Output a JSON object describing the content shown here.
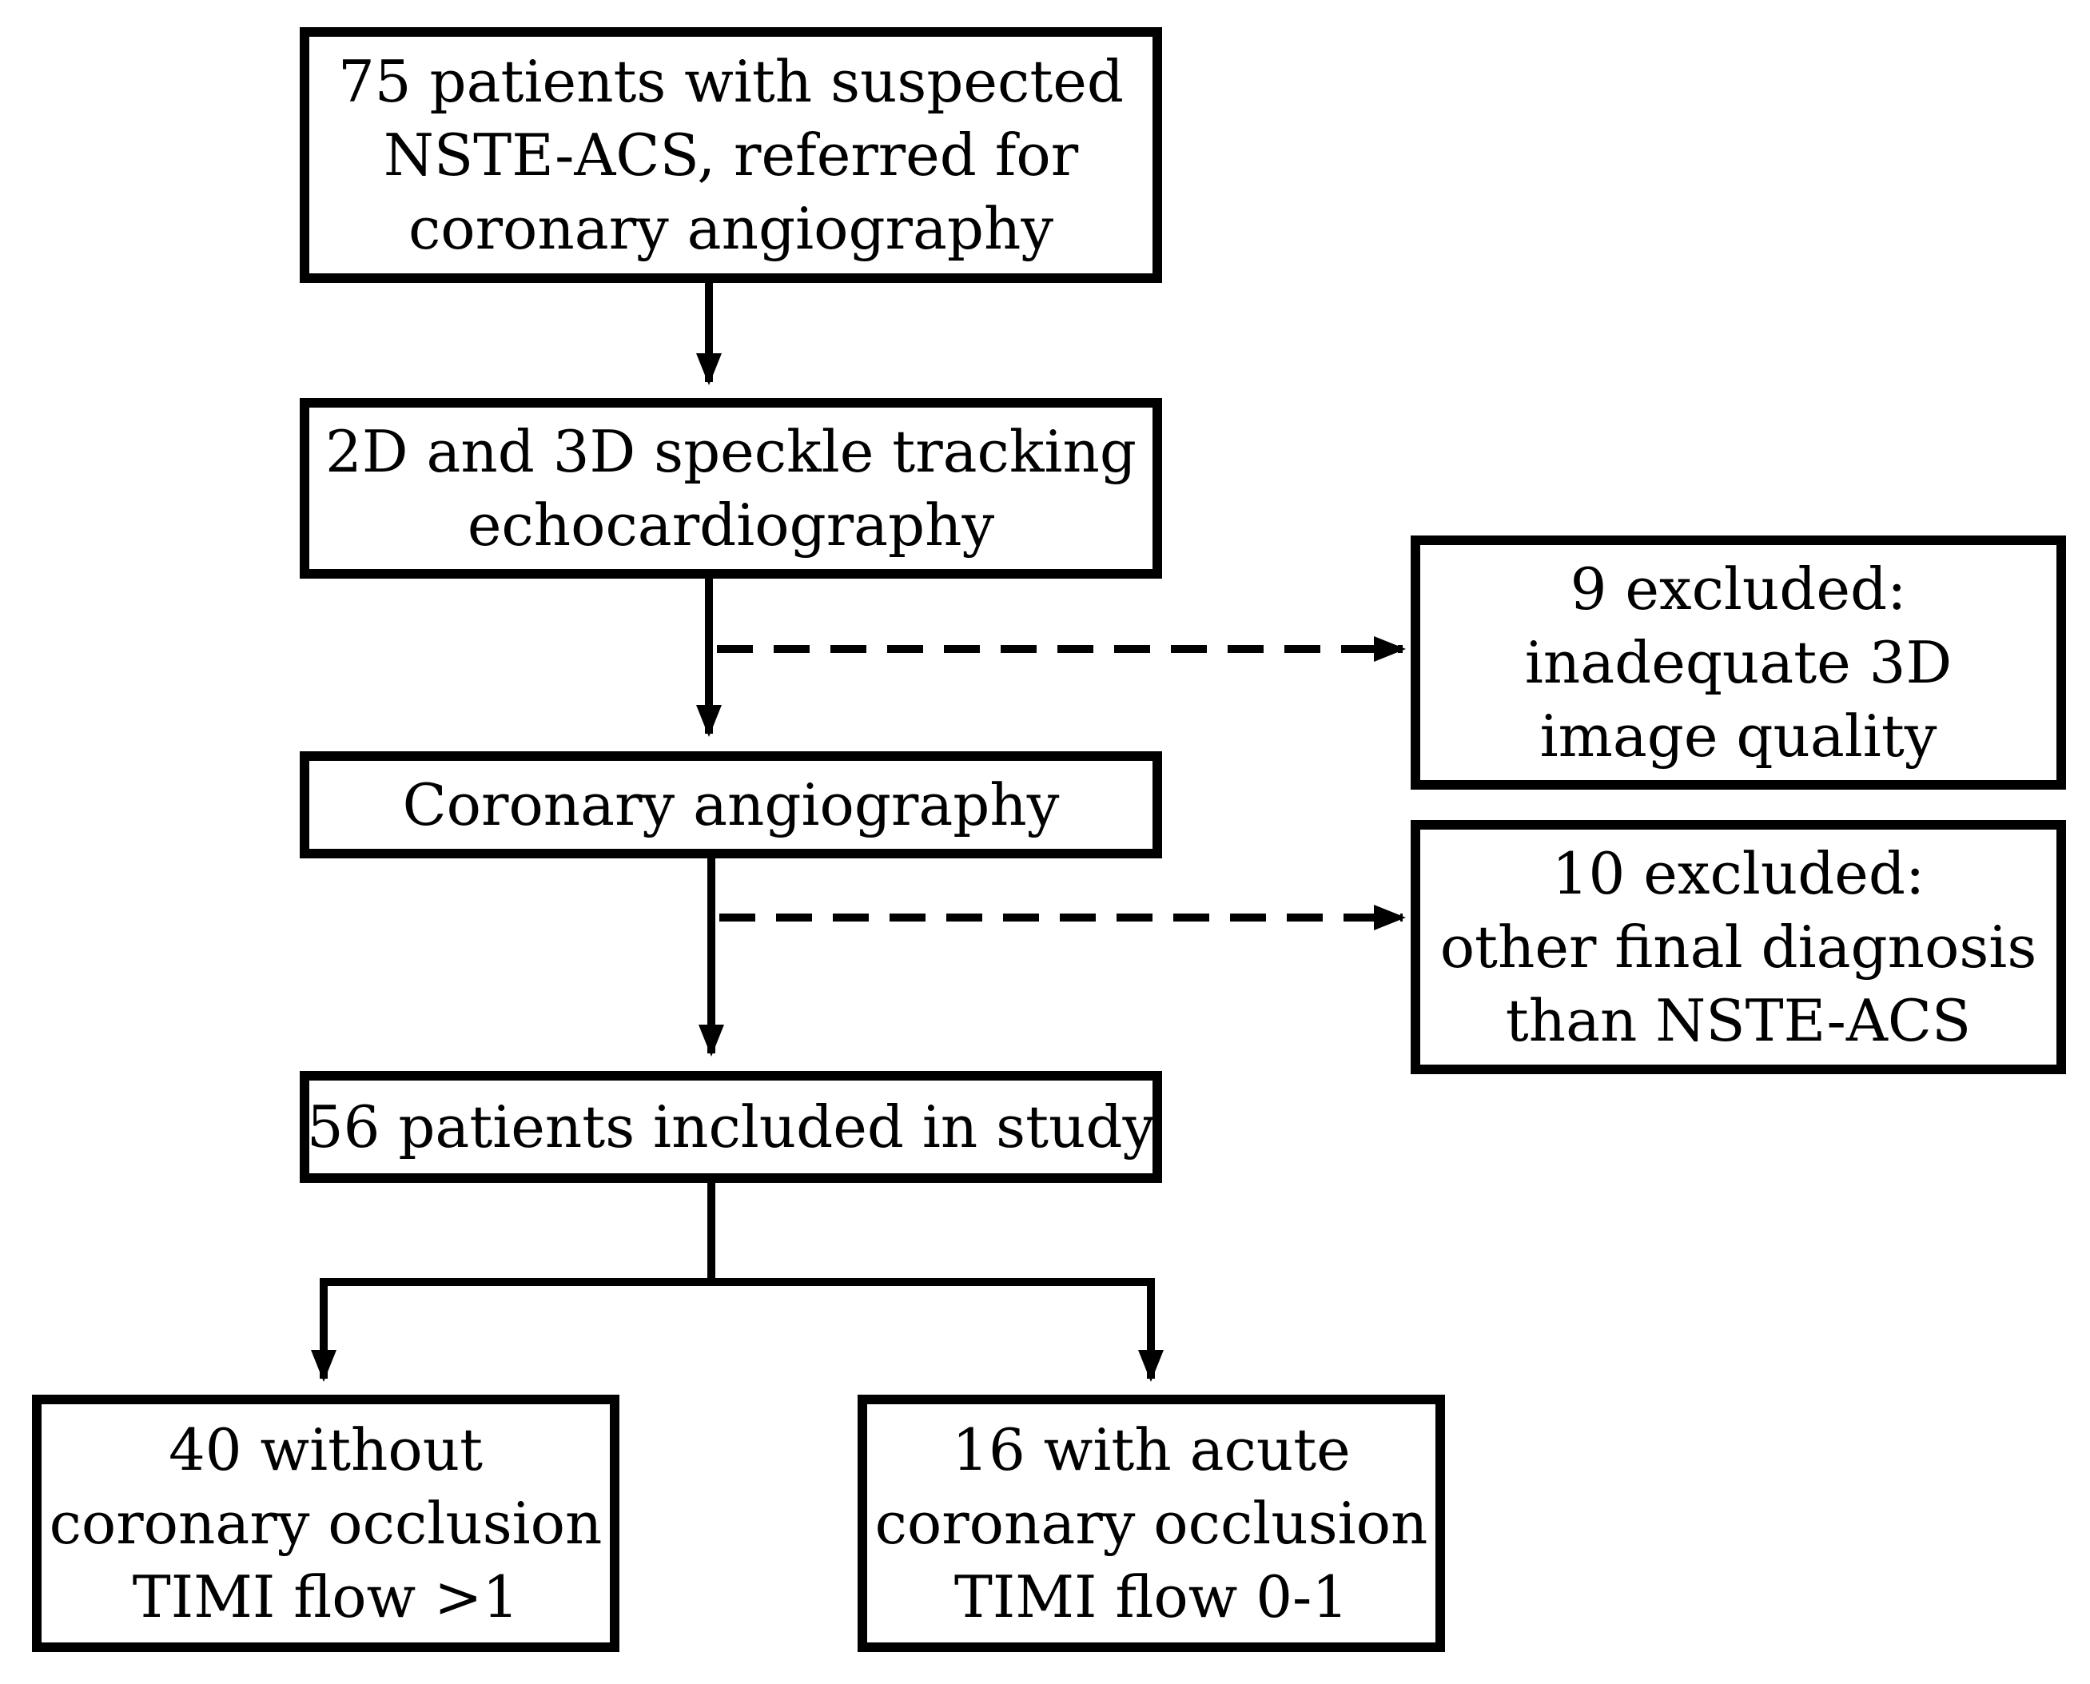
{
  "diagram": {
    "nodes": {
      "screened": {
        "lines": [
          "75 patients with suspected",
          "NSTE-ACS, referred for",
          "coronary angiography"
        ]
      },
      "echo": {
        "lines": [
          "2D and 3D speckle tracking",
          "echocardiography"
        ]
      },
      "angio": {
        "lines": [
          "Coronary angiography"
        ]
      },
      "included": {
        "lines": [
          "56 patients included in study"
        ]
      },
      "excluded_image": {
        "lines": [
          "9 excluded:",
          "inadequate 3D",
          "image quality"
        ]
      },
      "excluded_diagnosis": {
        "lines": [
          "10 excluded:",
          "other final diagnosis",
          "than NSTE-ACS"
        ]
      },
      "no_occlusion": {
        "lines": [
          "40 without",
          "coronary occlusion",
          "TIMI flow >1"
        ]
      },
      "occlusion": {
        "lines": [
          "16 with acute",
          "coronary occlusion",
          "TIMI flow 0-1"
        ]
      }
    },
    "edges": [
      {
        "from": "screened",
        "to": "echo",
        "style": "solid"
      },
      {
        "from": "echo",
        "to": "angio",
        "style": "solid"
      },
      {
        "from": "echo",
        "to": "excluded_image",
        "style": "dashed"
      },
      {
        "from": "angio",
        "to": "included",
        "style": "solid"
      },
      {
        "from": "angio",
        "to": "excluded_diagnosis",
        "style": "dashed"
      },
      {
        "from": "included",
        "to": "no_occlusion",
        "style": "solid"
      },
      {
        "from": "included",
        "to": "occlusion",
        "style": "solid"
      }
    ],
    "colors": {
      "stroke": "#000000",
      "text": "#000000",
      "background": "#ffffff"
    }
  }
}
